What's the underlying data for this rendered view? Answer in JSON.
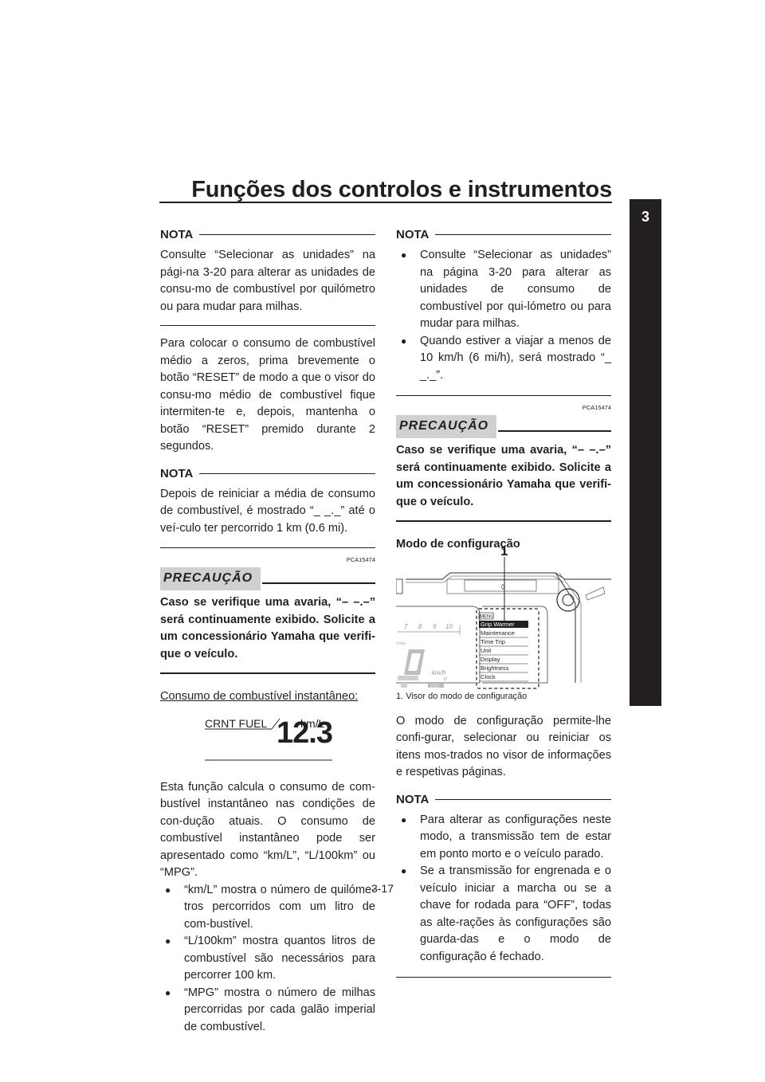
{
  "header": {
    "title": "Funções dos controlos e instrumentos",
    "chapter_tab": "3"
  },
  "left": {
    "nota1_label": "NOTA",
    "nota1_text": "Consulte “Selecionar as unidades” na pági-na 3-20 para alterar as unidades de consu-mo de combustível por quilómetro ou para mudar para milhas.",
    "para1": "Para colocar o consumo de combustível médio a zeros, prima brevemente o botão “RESET” de modo a que o visor do consu-mo médio de combustível fique intermiten-te e, depois, mantenha o botão “RESET” premido durante 2 segundos.",
    "nota2_label": "NOTA",
    "nota2_text": "Depois de reiniciar a média de consumo de combustível, é mostrado “_ _._” até o veí-culo ter percorrido 1 km (0.6 mi).",
    "caution_code": "PCA15474",
    "caution_label": "PRECAUÇÃO",
    "caution_text": "Caso se verifique uma avaria, “– –.–” será continuamente exibido. Solicite a um concessionário Yamaha que verifi-que o veículo.",
    "subheading": "Consumo de combustível instantâneo:",
    "display": {
      "label": "CRNT FUEL",
      "unit": "km/L",
      "value": "12.3"
    },
    "para2": "Esta função calcula o consumo de com-bustível instantâneo nas condições de con-dução atuais. O consumo de combustível instantâneo pode ser apresentado como “km/L”, “L/100km” ou “MPG”.",
    "bullets": [
      "“km/L” mostra o número de quilóme-tros percorridos com um litro de com-bustível.",
      "“L/100km” mostra quantos litros de combustível são necessários para percorrer 100 km.",
      "“MPG” mostra o número de milhas percorridas por cada galão imperial de combustível."
    ]
  },
  "right": {
    "nota_label": "NOTA",
    "nota_bullets": [
      "Consulte “Selecionar as unidades” na página 3-20 para alterar as unidades de consumo de combustível por qui-lómetro ou para mudar para milhas.",
      "Quando estiver a viajar a menos de 10 km/h (6 mi/h), será mostrado “_ _._”."
    ],
    "caution_code": "PCA15474",
    "caution_label": "PRECAUÇÃO",
    "caution_text": "Caso se verifique uma avaria, “– –.–” será continuamente exibido. Solicite a um concessionário Yamaha que verifi-que o veículo.",
    "heading": "Modo de configuração",
    "figure": {
      "callout": "1",
      "menu_title": "MENU",
      "menu_items": [
        "Grip Warmer",
        "Maintenance",
        "Time Trip",
        "Unit",
        "Display",
        "Brightness",
        "Clock"
      ],
      "tacho_ticks": [
        "7",
        "8",
        "9",
        "10"
      ],
      "speed_unit": "km/h",
      "rpm_label": "r/min",
      "fuel_label": "F",
      "eco_label": "ECO"
    },
    "caption": "1. Visor do modo de configuração",
    "para": "O modo de configuração permite-lhe confi-gurar, selecionar ou reiniciar os itens mos-trados no visor de informações e respetivas páginas.",
    "nota2_label": "NOTA",
    "nota2_bullets": [
      "Para alterar as configurações neste modo, a transmissão tem de estar em ponto morto e o veículo parado.",
      "Se a transmissão for engrenada e o veículo iniciar a marcha ou se a chave for rodada para “OFF”, todas as alte-rações às configurações são guarda-das e o modo de configuração é fechado."
    ]
  },
  "footer": {
    "page_number": "3-17"
  }
}
